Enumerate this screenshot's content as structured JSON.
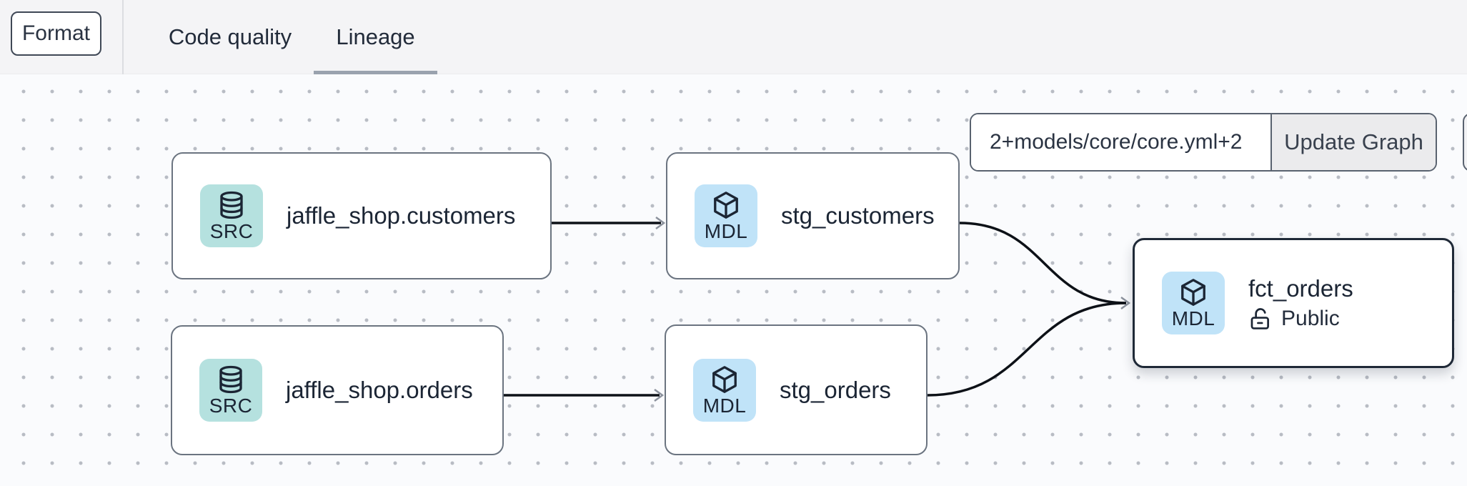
{
  "toolbar": {
    "format_button": "Format",
    "tabs": [
      {
        "label": "Code quality",
        "active": false
      },
      {
        "label": "Lineage",
        "active": true
      }
    ]
  },
  "lineage_controls": {
    "selector_input_value": "2+models/core/core.yml+2",
    "update_button": "Update Graph"
  },
  "graph": {
    "nodes": [
      {
        "badge": "SRC",
        "badge_icon": "database-icon",
        "label": "jaffle_shop.customers",
        "selected": false
      },
      {
        "badge": "MDL",
        "badge_icon": "cube-icon",
        "label": "stg_customers",
        "selected": false
      },
      {
        "badge": "SRC",
        "badge_icon": "database-icon",
        "label": "jaffle_shop.orders",
        "selected": false
      },
      {
        "badge": "MDL",
        "badge_icon": "cube-icon",
        "label": "stg_orders",
        "selected": false
      },
      {
        "badge": "MDL",
        "badge_icon": "cube-icon",
        "label": "fct_orders",
        "access": "Public",
        "access_icon": "unlock-icon",
        "selected": true
      }
    ],
    "edges": [
      {
        "from": "jaffle_shop.customers",
        "to": "stg_customers"
      },
      {
        "from": "jaffle_shop.orders",
        "to": "stg_orders"
      },
      {
        "from": "stg_customers",
        "to": "fct_orders"
      },
      {
        "from": "stg_orders",
        "to": "fct_orders"
      }
    ]
  },
  "colors": {
    "source_badge_bg": "#b5e1df",
    "model_badge_bg": "#c0e3f8",
    "node_border": "#6b7480",
    "selected_node_border": "#1f2937",
    "edge": "#0d1117",
    "arrowhead": "#8b919c",
    "active_tab_underline": "#9aa2ae",
    "text_dark": "#1b2534",
    "topbar_bg": "#f4f4f6",
    "canvas_bg": "#fafbfd"
  }
}
